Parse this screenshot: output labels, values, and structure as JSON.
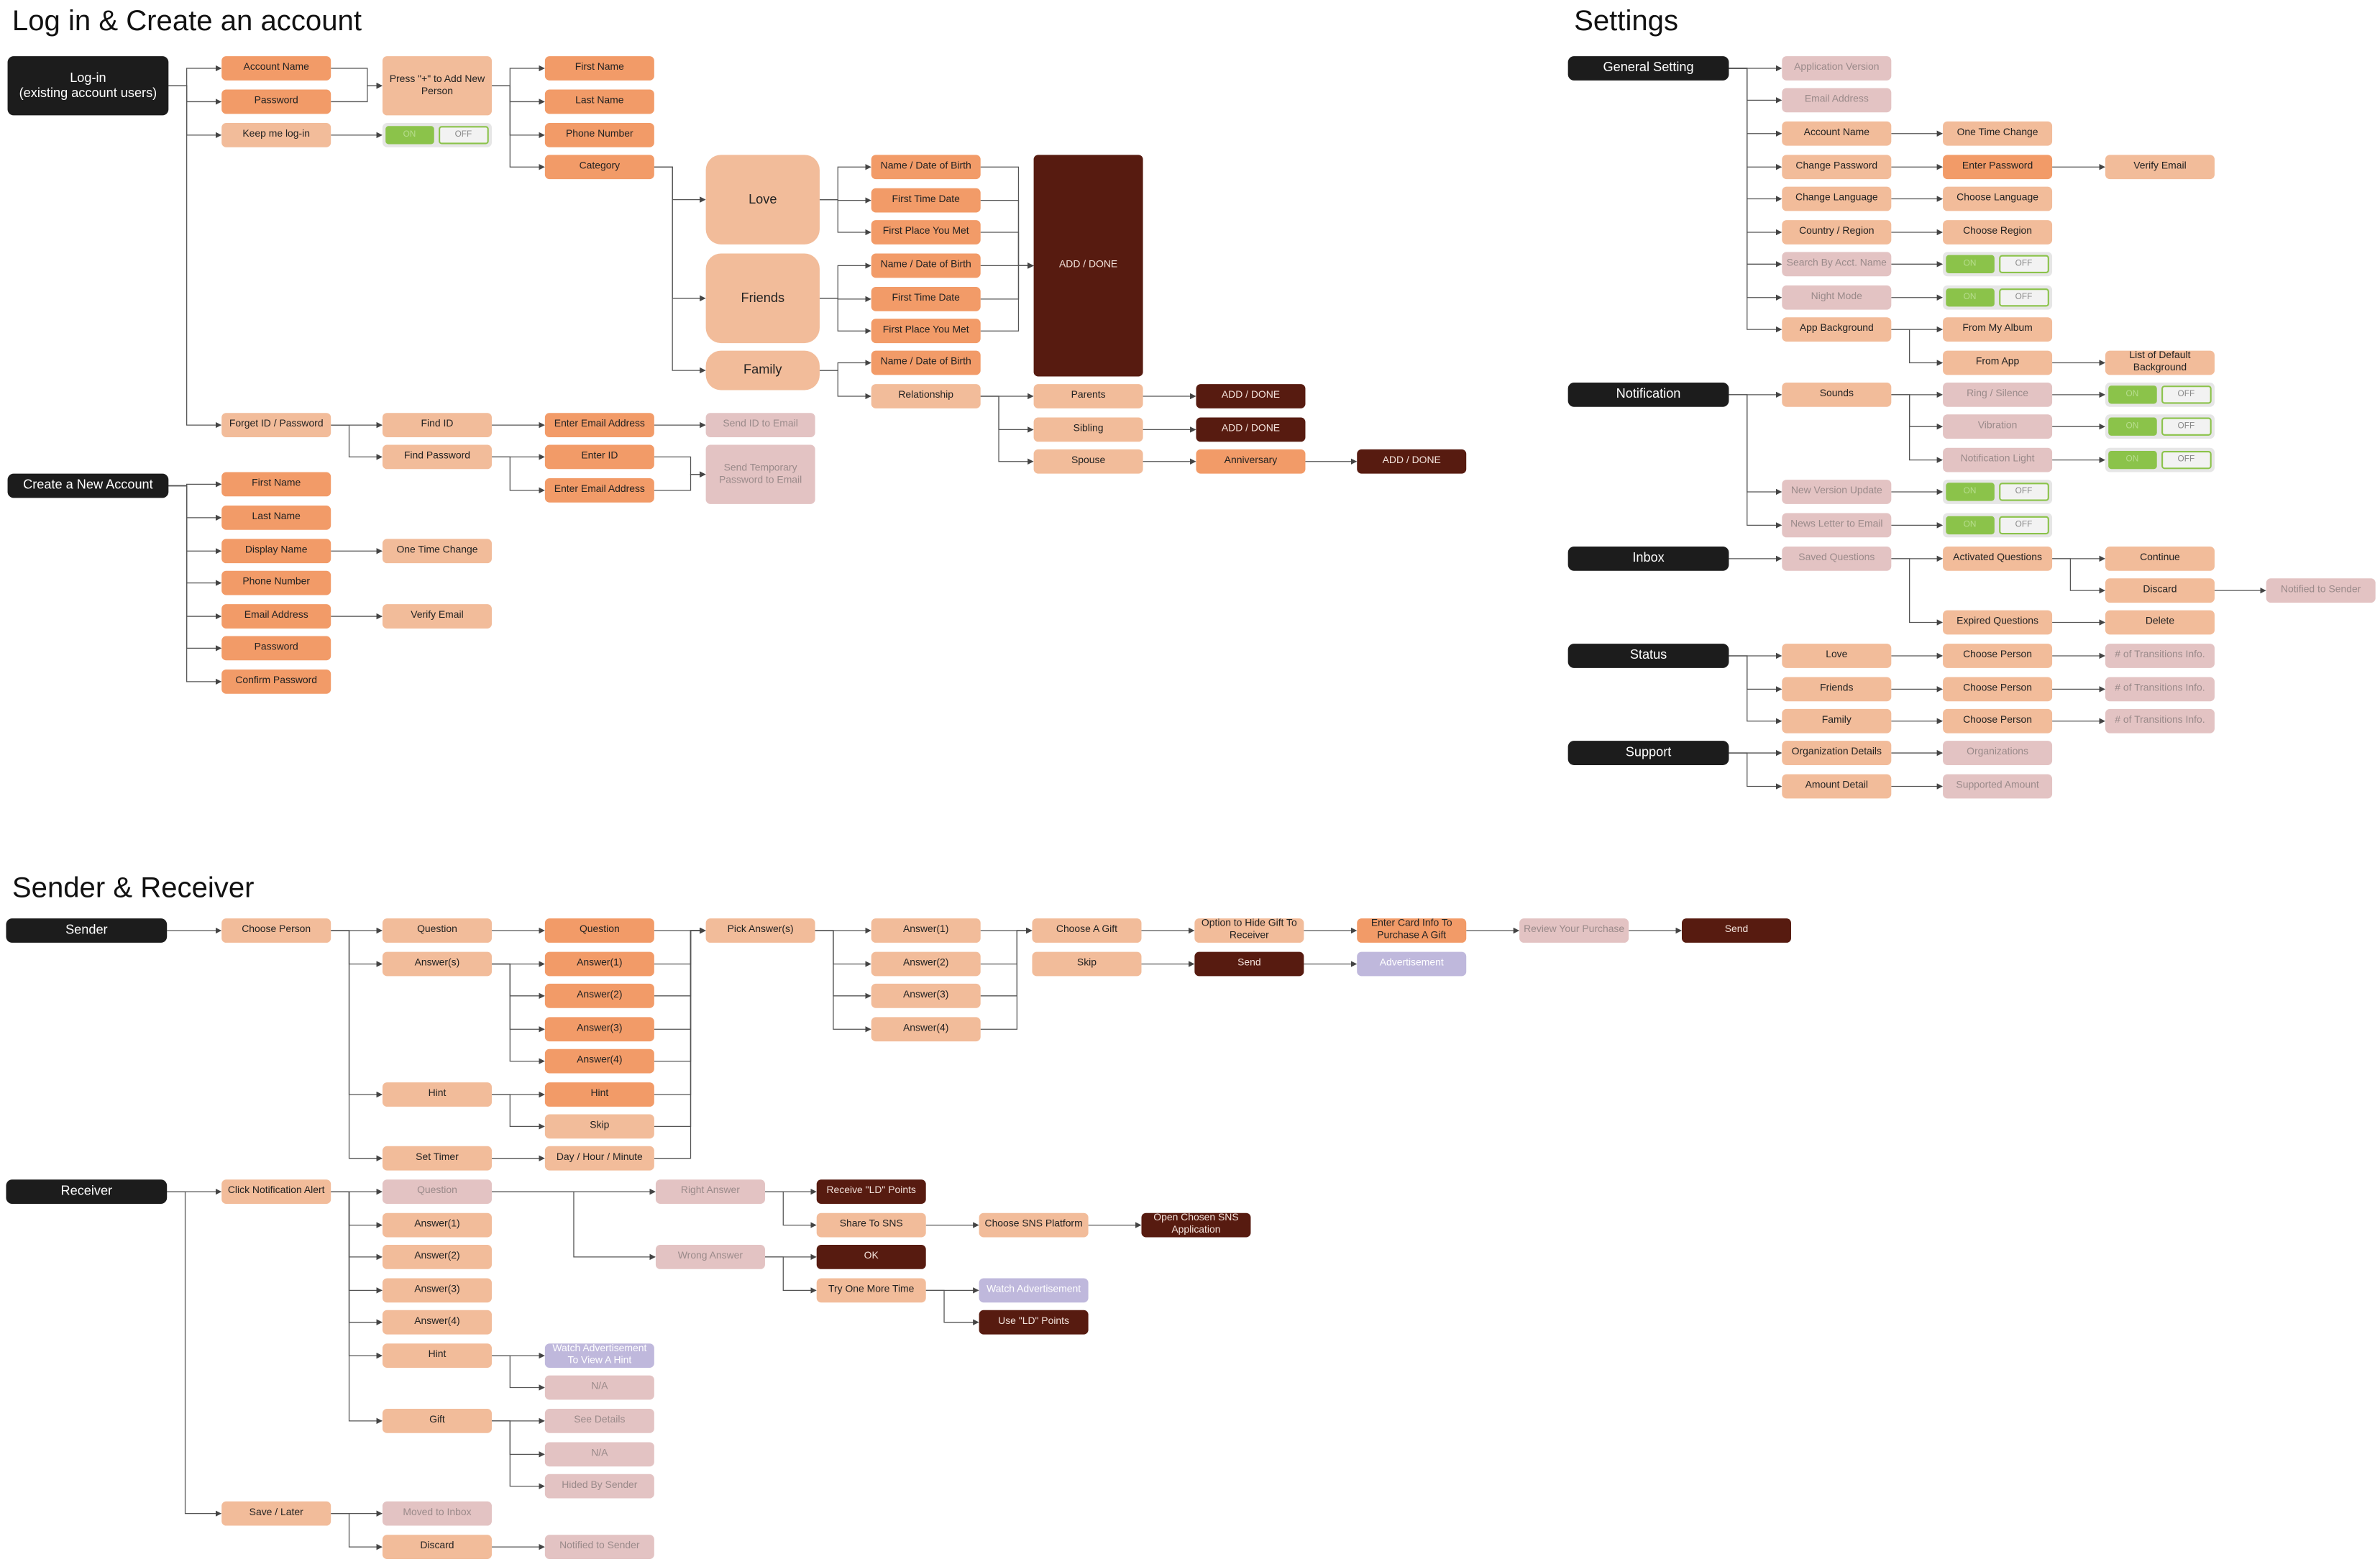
{
  "sections": {
    "login_title": "Log in & Create an account",
    "settings_title": "Settings",
    "sender_receiver_title": "Sender & Receiver"
  },
  "toggle": {
    "on": "ON",
    "off": "OFF"
  },
  "colors": {
    "black": "#1c1c1c",
    "orange": "#f29b68",
    "light": "#f2bc9a",
    "pink": "#e3c3c3",
    "dark": "#571b10",
    "lavender": "#bfb8dc",
    "toggle_green": "#8bc34a"
  },
  "nodes": {
    "login": "Log-in\n(existing account users)",
    "acct": "Account Name",
    "pw": "Password",
    "keep": "Keep me log-in",
    "press": "Press \"+\" to Add New Person",
    "fn": "First Name",
    "ln": "Last Name",
    "ph": "Phone Number",
    "cat": "Category",
    "love": "Love",
    "friends": "Friends",
    "family": "Family",
    "l1": "Name / Date of Birth",
    "l2": "First Time Date",
    "l3": "First Place You Met",
    "f1": "Name / Date of Birth",
    "f2": "First Time Date",
    "f3": "First Place You Met",
    "fam1": "Name / Date of Birth",
    "rel": "Relationship",
    "add": "ADD / DONE",
    "parents": "Parents",
    "sibling": "Sibling",
    "spouse": "Spouse",
    "ad2": "ADD / DONE",
    "ad3": "ADD / DONE",
    "anniv": "Anniversary",
    "ad4": "ADD / DONE",
    "forget": "Forget ID / Password",
    "findid": "Find ID",
    "findpw": "Find Password",
    "eea1": "Enter Email Address",
    "eid": "Enter ID",
    "eea2": "Enter Email Address",
    "sendid": "Send ID to Email",
    "sendtmp": "Send Temporary Password to Email",
    "create": "Create a New Account",
    "c1": "First Name",
    "c2": "Last Name",
    "c3": "Display Name",
    "c4": "Phone Number",
    "c5": "Email Address",
    "c6": "Password",
    "c7": "Confirm Password",
    "otc": "One Time Change",
    "ve": "Verify Email",
    "gs": "General Setting",
    "g1": "Application Version",
    "g2": "Email Address",
    "g3": "Account Name",
    "g4": "Change Password",
    "g5": "Change Language",
    "g6": "Country / Region",
    "g7": "Search By Acct. Name",
    "g8": "Night Mode",
    "g9": "App Background",
    "gb1": "One Time Change",
    "gb2": "Enter Password",
    "gb3": "Choose Language",
    "gb4": "Choose Region",
    "gb7": "From My Album",
    "gb8": "From App",
    "gve": "Verify Email",
    "ldb": "List of Default Background",
    "notif": "Notification",
    "sounds": "Sounds",
    "ring": "Ring / Silence",
    "vib": "Vibration",
    "nlight": "Notification Light",
    "nvu": "New Version Update",
    "nle": "News Letter to Email",
    "inbox": "Inbox",
    "saved": "Saved Questions",
    "act": "Activated Questions",
    "exp": "Expired Questions",
    "cont": "Continue",
    "disc": "Discard",
    "del": "Delete",
    "nts": "Notified to Sender",
    "status": "Status",
    "s1": "Love",
    "s2": "Friends",
    "s3": "Family",
    "cp1": "Choose Person",
    "cp2": "Choose Person",
    "cp3": "Choose Person",
    "tr1": "# of Transitions Info.",
    "tr2": "# of Transitions Info.",
    "tr3": "# of Transitions Info.",
    "support": "Support",
    "org": "Organization Details",
    "amt": "Amount Detail",
    "orgs": "Organizations",
    "supamt": "Supported Amount",
    "sender": "Sender",
    "scp": "Choose Person",
    "sq": "Question",
    "sans": "Answer(s)",
    "shint": "Hint",
    "stimer": "Set Timer",
    "sq2": "Question",
    "sa1": "Answer(1)",
    "sa2": "Answer(2)",
    "sa3": "Answer(3)",
    "sa4": "Answer(4)",
    "sh2": "Hint",
    "sskip": "Skip",
    "sdhm": "Day / Hour / Minute",
    "pick": "Pick Answer(s)",
    "pa1": "Answer(1)",
    "pa2": "Answer(2)",
    "pa3": "Answer(3)",
    "pa4": "Answer(4)",
    "gift": "Choose A Gift",
    "gskip": "Skip",
    "hide": "Option to Hide Gift To Receiver",
    "send1": "Send",
    "card": "Enter Card Info To Purchase A Gift",
    "adv": "Advertisement",
    "review": "Review Your Purchase",
    "send2": "Send",
    "receiver": "Receiver",
    "cna": "Click Notification Alert",
    "rq": "Question",
    "ra1": "Answer(1)",
    "ra2": "Answer(2)",
    "ra3": "Answer(3)",
    "ra4": "Answer(4)",
    "rhint": "Hint",
    "rgift": "Gift",
    "save": "Save / Later",
    "moved": "Moved to Inbox",
    "rdisc": "Discard",
    "nts2": "Notified to Sender",
    "wah": "Watch Advertisement To View A Hint",
    "na1": "N/A",
    "sd": "See Details",
    "na2": "N/A",
    "hided": "Hided By Sender",
    "right": "Right Answer",
    "wrong": "Wrong Answer",
    "rpts": "Receive \"LD\" Points",
    "share": "Share To SNS",
    "ok": "OK",
    "try": "Try One More Time",
    "sns": "Choose SNS Platform",
    "open": "Open Chosen SNS Application",
    "watch": "Watch Advertisement",
    "use": "Use \"LD\" Points"
  }
}
